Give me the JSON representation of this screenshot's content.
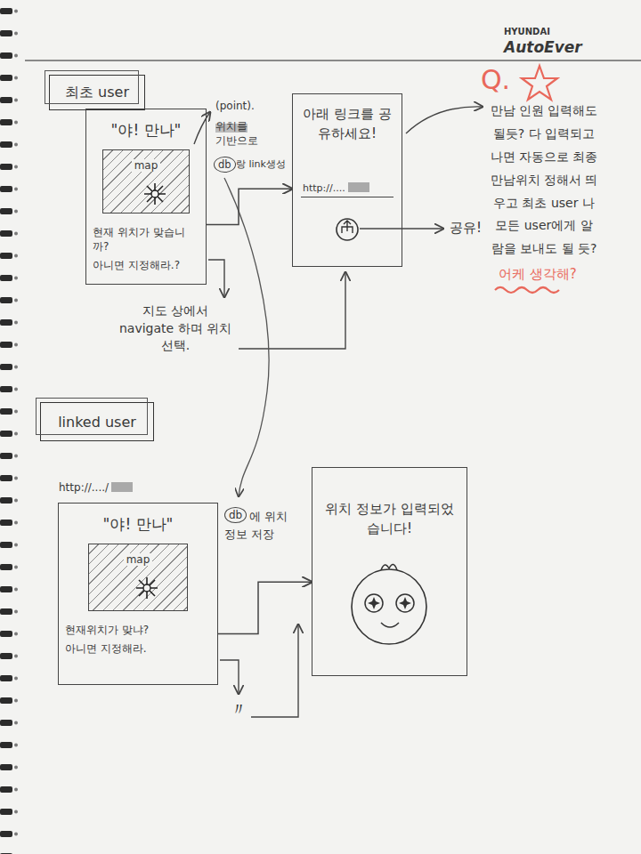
{
  "diagram": {
    "nodes": [
      {
        "text": [
          "최초 user"
        ]
      },
      {
        "text": [
          "\"야! 만나\"",
          "현재 위치가 맞습니까?",
          "아니면 지정해라.?"
        ]
      },
      {
        "text": [
          "map"
        ],
        "in": 1
      },
      {
        "text": [
          "아래 링크를 공유하세요!"
        ]
      },
      {
        "text": [
          "http://...."
        ],
        "in": 3
      },
      {
        "text": [
          "linked user"
        ]
      },
      {
        "text": [
          "\"야! 만나\"",
          "현재위치가 맞냐?",
          "아니면 지정해라."
        ]
      },
      {
        "text": [
          "map"
        ],
        "in": 6
      },
      {
        "text": [
          "위치 정보가 입력되었습니다!"
        ]
      }
    ],
    "edges": [
      {
        "from": 1,
        "to": 3,
        "arrow": "to"
      },
      {
        "from": 6,
        "to": 8,
        "arrow": "to"
      }
    ],
    "labels": [
      "HYUNDAI",
      "AutoEver",
      "Q.",
      "(point).",
      "위치를",
      "기반으로",
      "db",
      "랑 link생성",
      "공유!",
      "지도 상에서 navigate 하며 위치 선택.",
      "만남 인원 입력해도 될듯? 다 입력되고 나면 자동으로 최종 만남위치 정해서 띄우고 최초 user 나 모든 user에게 알람을 보내도 될 듯?",
      "어케 생각해?",
      "http://..../",
      "db",
      "에 위치 정보 저장",
      "〃"
    ]
  }
}
